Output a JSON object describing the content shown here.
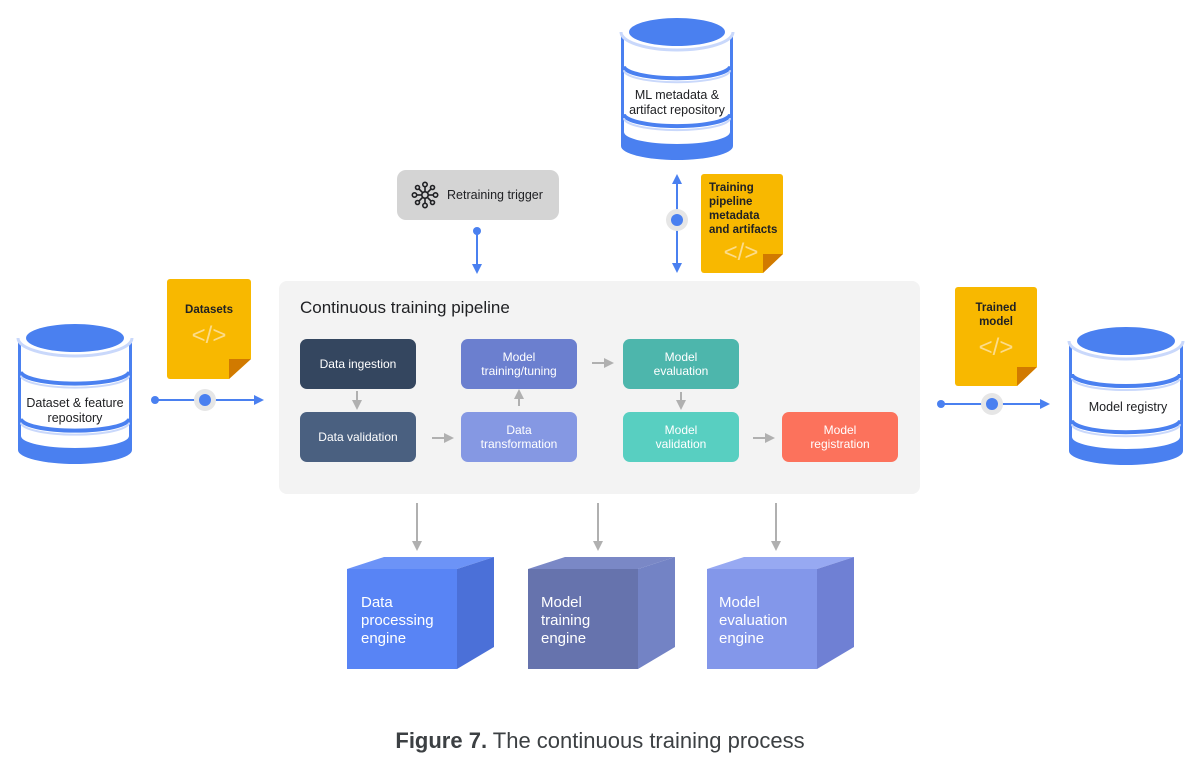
{
  "caption": {
    "bold": "Figure 7.",
    "text": " The continuous training process"
  },
  "repositories": {
    "ml_metadata": "ML metadata & artifact repository",
    "ml_metadata_lines": [
      "ML metadata &",
      "artifact repository"
    ],
    "dataset_feature_lines": [
      "Dataset & feature",
      "repository"
    ],
    "model_registry": "Model registry"
  },
  "artifacts": {
    "datasets": "Datasets",
    "training_pipeline_lines": [
      "Training",
      "pipeline",
      "metadata",
      "and artifacts"
    ],
    "trained_model_lines": [
      "Trained",
      "model"
    ],
    "code_glyph": "</>"
  },
  "trigger": {
    "label": "Retraining trigger",
    "icon": "hub-network-icon"
  },
  "pipeline": {
    "title": "Continuous training pipeline",
    "steps": [
      {
        "label": "Data ingestion",
        "color": "#34465f"
      },
      {
        "label": "Data validation",
        "color": "#4a6080"
      },
      {
        "label": "Model training/tuning",
        "color": "#6b7fcf"
      },
      {
        "label": "Data transformation",
        "color": "#8598e3"
      },
      {
        "label": "Model evaluation",
        "color": "#4db6ac"
      },
      {
        "label": "Model validation",
        "color": "#58cfc1"
      },
      {
        "label": "Model registration",
        "color": "#fc725c"
      }
    ]
  },
  "engines": [
    {
      "lines": [
        "Data",
        "processing",
        "engine"
      ],
      "front": "#5884f5",
      "side": "#4b70d8",
      "top": "#6c93f7"
    },
    {
      "lines": [
        "Model",
        "training",
        "engine"
      ],
      "front": "#6673ad",
      "side": "#7383c5",
      "top": "#7a88c6"
    },
    {
      "lines": [
        "Model",
        "evaluation",
        "engine"
      ],
      "front": "#8397ea",
      "side": "#6f80d4",
      "top": "#97a9f2"
    }
  ],
  "colors": {
    "accent_blue": "#4a80f0",
    "artifact_yellow": "#f8b800",
    "artifact_fold": "#d17a00",
    "arrow_gray": "#b0b0b0"
  }
}
